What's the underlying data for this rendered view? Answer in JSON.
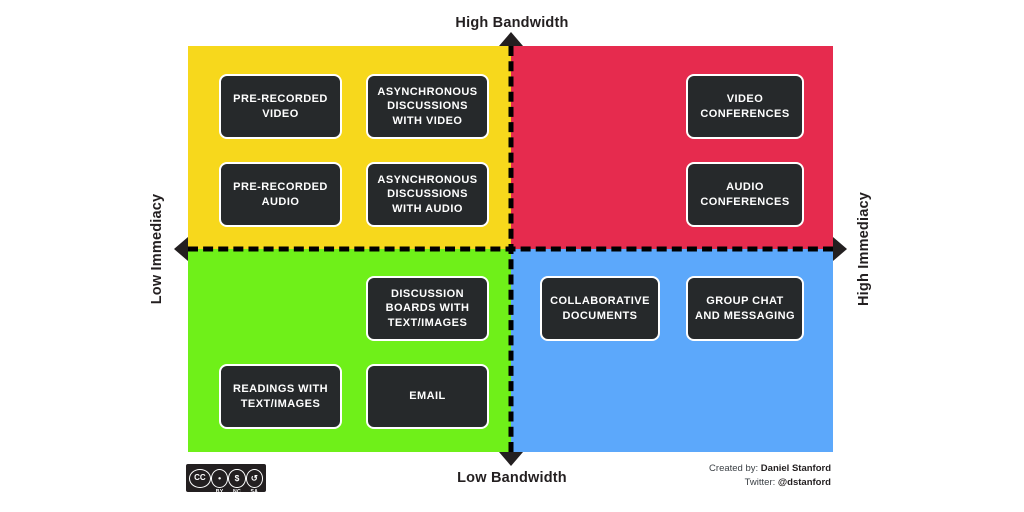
{
  "axes": {
    "top_label": "High Bandwidth",
    "bottom_label": "Low Bandwidth",
    "left_label": "Low Immediacy",
    "right_label": "High Immediacy"
  },
  "chart_data": {
    "type": "table",
    "title": "Bandwidth / Immediacy Matrix",
    "xlabel": "Bandwidth",
    "ylabel": "Immediacy",
    "quadrants": [
      {
        "name": "high-bandwidth-low-immediacy",
        "color": "#F7D81C",
        "items": [
          "PRE-RECORDED\nVIDEO",
          "ASYNCHRONOUS\nDISCUSSIONS\nWITH VIDEO",
          "PRE-RECORDED\nAUDIO",
          "ASYNCHRONOUS\nDISCUSSIONS\nWITH AUDIO"
        ]
      },
      {
        "name": "high-bandwidth-high-immediacy",
        "color": "#E62B4E",
        "items": [
          "VIDEO\nCONFERENCES",
          "AUDIO\nCONFERENCES"
        ]
      },
      {
        "name": "low-bandwidth-low-immediacy",
        "color": "#6FF019",
        "items": [
          "DISCUSSION\nBOARDS WITH\nTEXT/IMAGES",
          "READINGS WITH\nTEXT/IMAGES",
          "EMAIL"
        ]
      },
      {
        "name": "low-bandwidth-high-immediacy",
        "color": "#5CA8FB",
        "items": [
          "COLLABORATIVE\nDOCUMENTS",
          "GROUP CHAT\nAND MESSAGING"
        ]
      }
    ]
  },
  "boxes": {
    "pre_recorded_video": "PRE-RECORDED\nVIDEO",
    "async_discussions_video": "ASYNCHRONOUS\nDISCUSSIONS\nWITH VIDEO",
    "pre_recorded_audio": "PRE-RECORDED\nAUDIO",
    "async_discussions_audio": "ASYNCHRONOUS\nDISCUSSIONS\nWITH AUDIO",
    "video_conferences": "VIDEO\nCONFERENCES",
    "audio_conferences": "AUDIO\nCONFERENCES",
    "discussion_boards": "DISCUSSION\nBOARDS WITH\nTEXT/IMAGES",
    "readings": "READINGS WITH\nTEXT/IMAGES",
    "email": "EMAIL",
    "collaborative_documents": "COLLABORATIVE\nDOCUMENTS",
    "group_chat": "GROUP CHAT\nAND MESSAGING"
  },
  "credit": {
    "created_by_prefix": "Created by: ",
    "author": "Daniel Stanford",
    "twitter_prefix": "Twitter: ",
    "twitter_handle": "@dstanford"
  },
  "license": {
    "name": "cc-by-nc-sa-badge",
    "cc": "CC",
    "by_glyph": "•",
    "by_label": "BY",
    "nc_glyph": "$",
    "nc_label": "NC",
    "sa_glyph": "↺",
    "sa_label": "SA"
  },
  "colors": {
    "yellow": "#F7D81C",
    "red": "#E62B4E",
    "green": "#6FF019",
    "blue": "#5CA8FB",
    "box": "#26292B",
    "ink": "#231F20"
  }
}
